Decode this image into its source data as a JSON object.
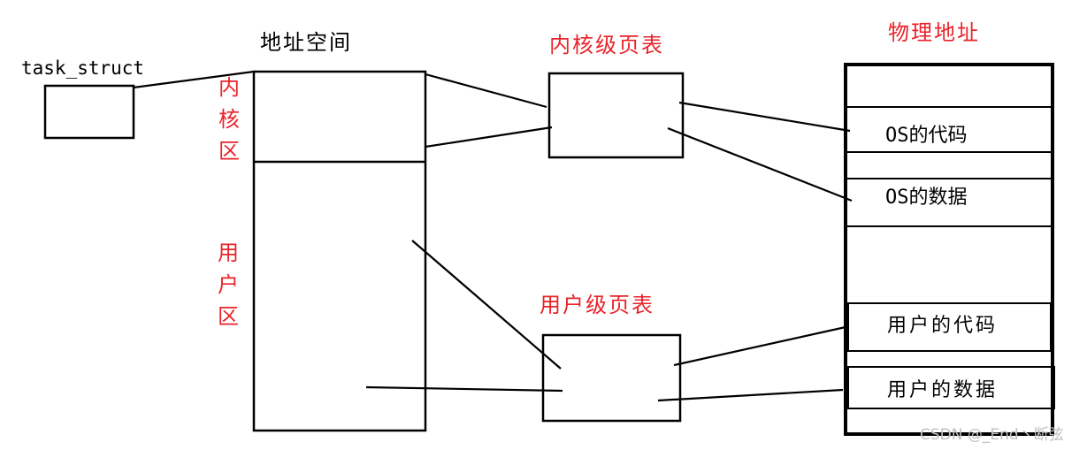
{
  "labels": {
    "task_struct": "task_struct",
    "address_space": "地址空间",
    "kernel_region": [
      "内",
      "核",
      "区"
    ],
    "user_region": [
      "用",
      "户",
      "区"
    ],
    "kernel_page_table": "内核级页表",
    "user_page_table": "用户级页表",
    "physical_address": "物理地址",
    "phys_rows": [
      "OS的代码",
      "OS的数据",
      "用户的代码",
      "用户的数据"
    ]
  },
  "watermark": "CSDN @_End丶断弦",
  "colors": {
    "red": "#e8232a",
    "line": "#000000",
    "watermark": "#bfbfbf"
  }
}
